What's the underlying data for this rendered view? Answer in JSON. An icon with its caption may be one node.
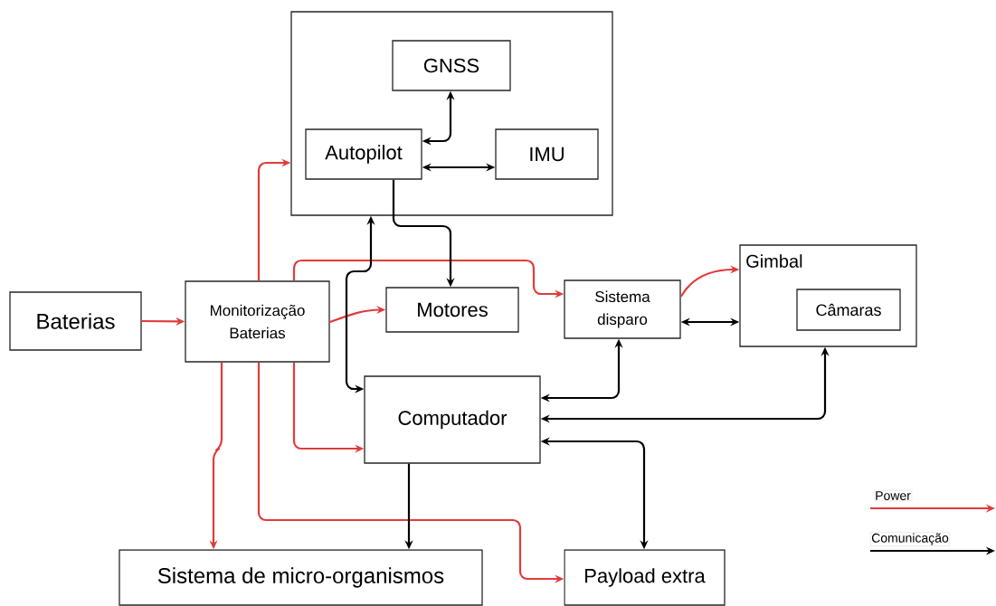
{
  "diagram": {
    "nodes": [
      {
        "text": [],
        "shape": "box"
      },
      {
        "text": [
          "GNSS"
        ],
        "in": 0
      },
      {
        "text": [
          "Autopilot"
        ],
        "in": 0
      },
      {
        "text": [
          "IMU"
        ],
        "in": 0
      },
      {
        "text": [
          "Baterias"
        ]
      },
      {
        "text": [
          "Monitorização Baterias"
        ]
      },
      {
        "text": [
          "Motores"
        ]
      },
      {
        "text": [
          "Sistema disparo"
        ]
      },
      {
        "text": [
          "Gimbal"
        ]
      },
      {
        "text": [
          "Câmaras"
        ],
        "in": 8
      },
      {
        "text": [
          "Computador"
        ]
      },
      {
        "text": [
          "Sistema de micro-organismos"
        ]
      },
      {
        "text": [
          "Payload extra"
        ]
      }
    ],
    "edges": [
      {
        "from": 4,
        "to": 5,
        "arrow": "to",
        "color": "#e23b3b"
      },
      {
        "from": 5,
        "to": 0,
        "arrow": "to",
        "color": "#e23b3b"
      },
      {
        "from": 5,
        "to": 6,
        "arrow": "to",
        "color": "#e23b3b"
      },
      {
        "from": 5,
        "to": 7,
        "arrow": "to",
        "color": "#e23b3b"
      },
      {
        "from": 7,
        "to": 8,
        "arrow": "to",
        "color": "#e23b3b"
      },
      {
        "from": 5,
        "to": 10,
        "arrow": "to",
        "color": "#e23b3b"
      },
      {
        "from": 5,
        "to": 11,
        "arrow": "to",
        "color": "#e23b3b"
      },
      {
        "from": 5,
        "to": 12,
        "arrow": "to",
        "color": "#e23b3b"
      },
      {
        "from": 2,
        "to": 1,
        "arrow": "both"
      },
      {
        "from": 2,
        "to": 3,
        "arrow": "both"
      },
      {
        "from": 2,
        "to": 6,
        "arrow": "to"
      },
      {
        "from": 0,
        "to": 10,
        "arrow": "both"
      },
      {
        "from": 7,
        "to": 8,
        "arrow": "both"
      },
      {
        "from": 10,
        "to": 7,
        "arrow": "both"
      },
      {
        "from": 10,
        "to": 8,
        "arrow": "both"
      },
      {
        "from": 10,
        "to": 12,
        "arrow": "both"
      },
      {
        "from": 10,
        "to": 11,
        "arrow": "to"
      }
    ],
    "legend": [
      {
        "text": "Power"
      },
      {
        "text": "Comunicação"
      }
    ]
  }
}
